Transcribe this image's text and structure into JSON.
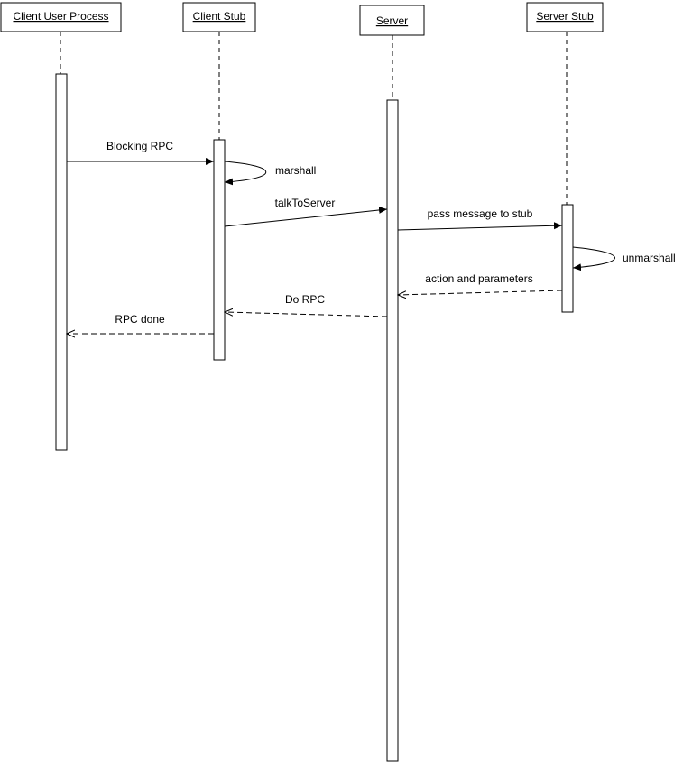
{
  "diagram": {
    "participants": [
      {
        "id": "client",
        "label": "Client User Process"
      },
      {
        "id": "cstub",
        "label": "Client Stub"
      },
      {
        "id": "server",
        "label": "Server"
      },
      {
        "id": "sstub",
        "label": "Server Stub"
      }
    ],
    "messages": [
      {
        "id": "blocking-rpc",
        "from": "client",
        "to": "cstub",
        "label": "Blocking RPC",
        "style": "solid"
      },
      {
        "id": "marshall",
        "from": "cstub",
        "to": "cstub",
        "label": "marshall",
        "style": "self"
      },
      {
        "id": "talk-to-server",
        "from": "cstub",
        "to": "server",
        "label": "talkToServer",
        "style": "solid"
      },
      {
        "id": "pass-message",
        "from": "server",
        "to": "sstub",
        "label": "pass message to stub",
        "style": "solid"
      },
      {
        "id": "unmarshall",
        "from": "sstub",
        "to": "sstub",
        "label": "unmarshall",
        "style": "self"
      },
      {
        "id": "action-params",
        "from": "sstub",
        "to": "server",
        "label": "action and parameters",
        "style": "dashed"
      },
      {
        "id": "do-rpc",
        "from": "server",
        "to": "cstub",
        "label": "Do RPC",
        "style": "dashed"
      },
      {
        "id": "rpc-done",
        "from": "cstub",
        "to": "client",
        "label": "RPC done",
        "style": "dashed"
      }
    ]
  }
}
